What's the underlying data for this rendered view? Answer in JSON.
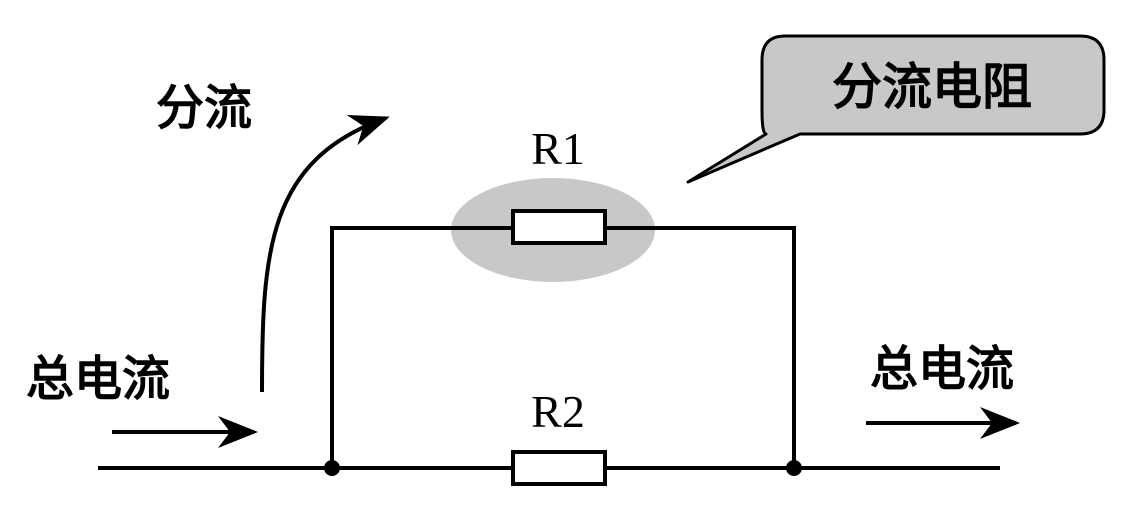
{
  "labels": {
    "total_current_in": "总电流",
    "total_current_out": "总电流",
    "branch_current": "分流",
    "callout": "分流电阻",
    "r1": "R1",
    "r2": "R2"
  },
  "colors": {
    "line": "#000000",
    "highlight": "#c8c8c8",
    "callout_fill": "#c8c8c8",
    "resistor_fill": "#ffffff"
  }
}
